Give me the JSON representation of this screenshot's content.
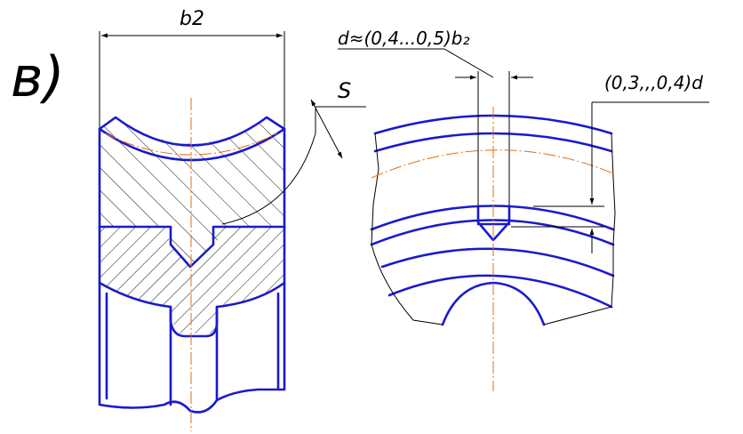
{
  "figure_label": "в)",
  "dims": {
    "width": "b2",
    "gap": "S",
    "diameter": "d≈(0,4...0,5)b₂",
    "depth": "(0,3,,,0,4)d"
  },
  "colors": {
    "outline": "#1a1acc",
    "axis": "#e07010",
    "dimension": "#000000"
  }
}
